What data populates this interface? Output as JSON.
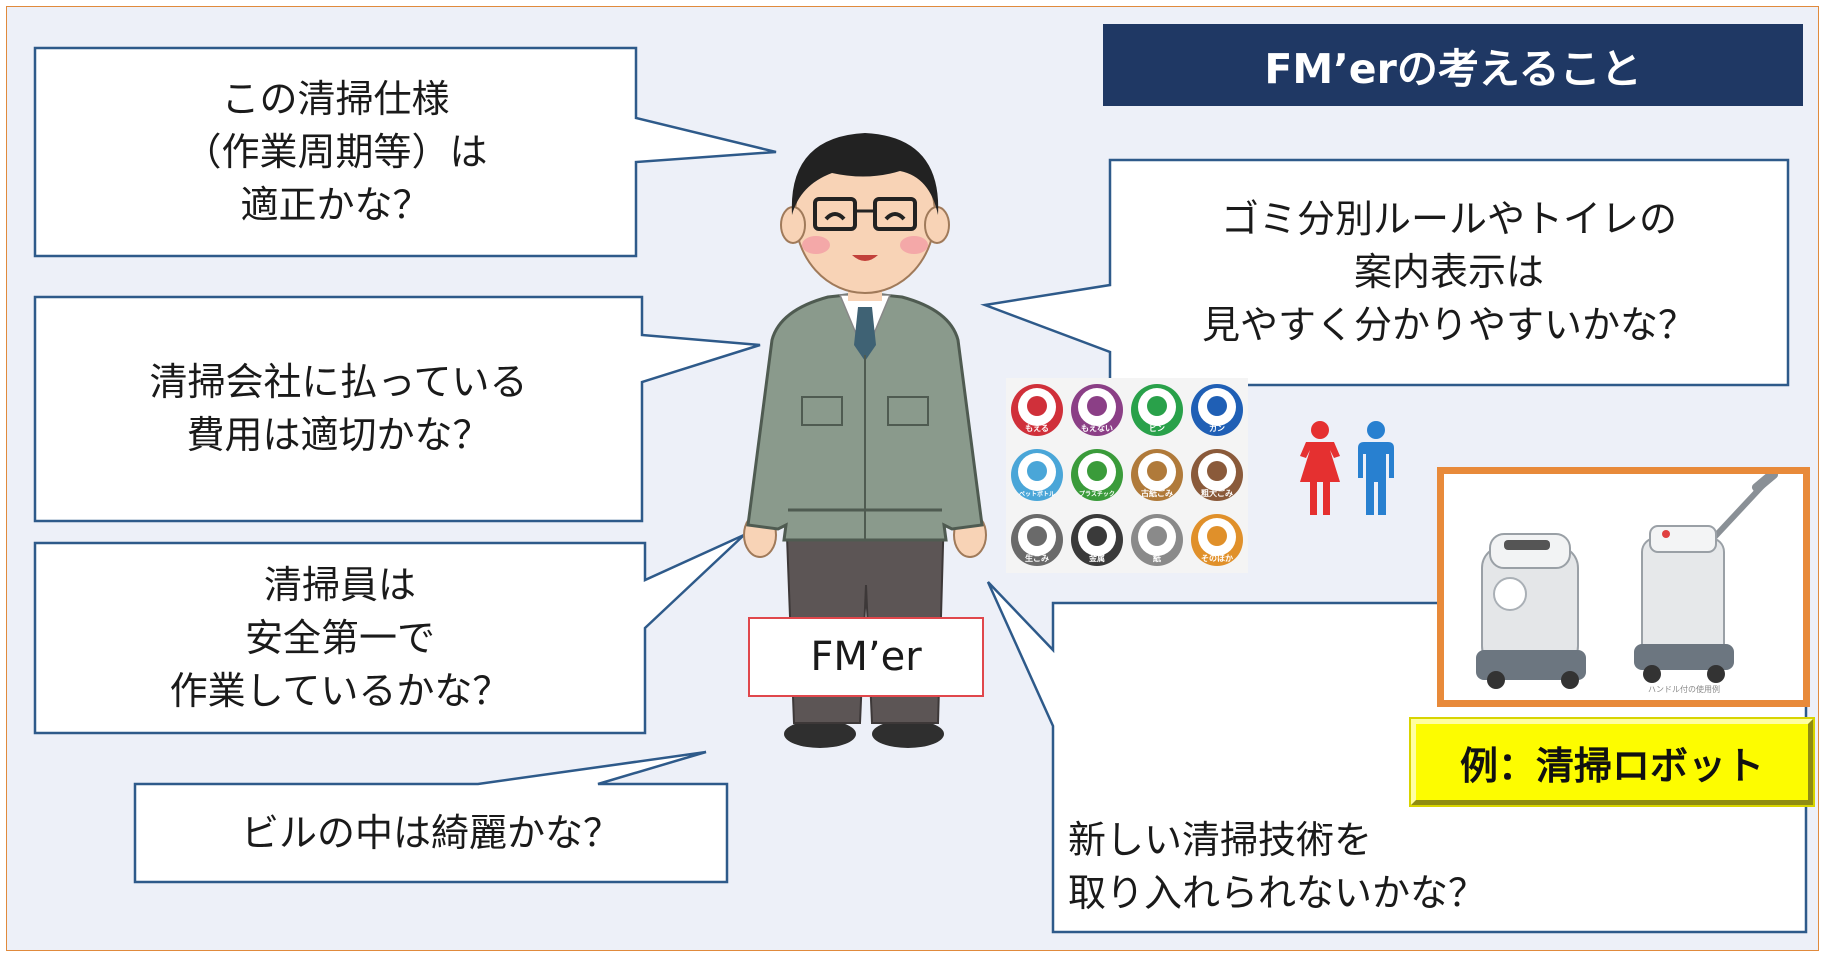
{
  "title": "FM’erの考えること",
  "person_label": "FM’er",
  "bubbles": {
    "cleaning_spec": "この清掃仕様\n（作業周期等）は\n適正かな？",
    "cost": "清掃会社に払っている\n費用は適切かな？",
    "worker_safety": "清掃員は\n安全第一で\n作業しているかな？",
    "building_clean": "ビルの中は綺麗かな？",
    "signage": "ゴミ分別ルールやトイレの\n案内表示は\n見やすく分かりやすいかな？",
    "new_tech": "新しい清掃技術を\n取り入れられないかな？"
  },
  "robot_caption": "例：清掃ロボット",
  "robot_note": "ハンドル付の使用例",
  "waste_icons": [
    {
      "label": "もえる",
      "color": "#d0303a",
      "icon": "flame-icon"
    },
    {
      "label": "もえない",
      "color": "#8b3f86",
      "icon": "crossed-flame-icon"
    },
    {
      "label": "ビン",
      "color": "#29a14a",
      "icon": "bottle-icon"
    },
    {
      "label": "カン",
      "color": "#1f5fb5",
      "icon": "can-icon"
    },
    {
      "label": "ペットボトル",
      "color": "#4aa6d8",
      "icon": "pet-bottle-icon"
    },
    {
      "label": "プラスチック",
      "color": "#3a9b3a",
      "icon": "bucket-icon"
    },
    {
      "label": "古紙ごみ",
      "color": "#b07a3a",
      "icon": "old-paper-icon"
    },
    {
      "label": "粗大ごみ",
      "color": "#8a5a3a",
      "icon": "bulky-waste-icon"
    },
    {
      "label": "生ごみ",
      "color": "#6a6a6a",
      "icon": "fishbone-icon"
    },
    {
      "label": "金属",
      "color": "#3a3a3a",
      "icon": "pan-icon"
    },
    {
      "label": "紙",
      "color": "#8a8a8a",
      "icon": "paper-icon"
    },
    {
      "label": "そのほか",
      "color": "#e0902a",
      "icon": "trash-can-icon"
    }
  ],
  "colors": {
    "title_bg": "#1f3864",
    "frame_border": "#e08a3c",
    "bubble_border": "#2e5a8a",
    "jacket": "#8a9a8c",
    "caption_bg": "#fdfc00"
  }
}
